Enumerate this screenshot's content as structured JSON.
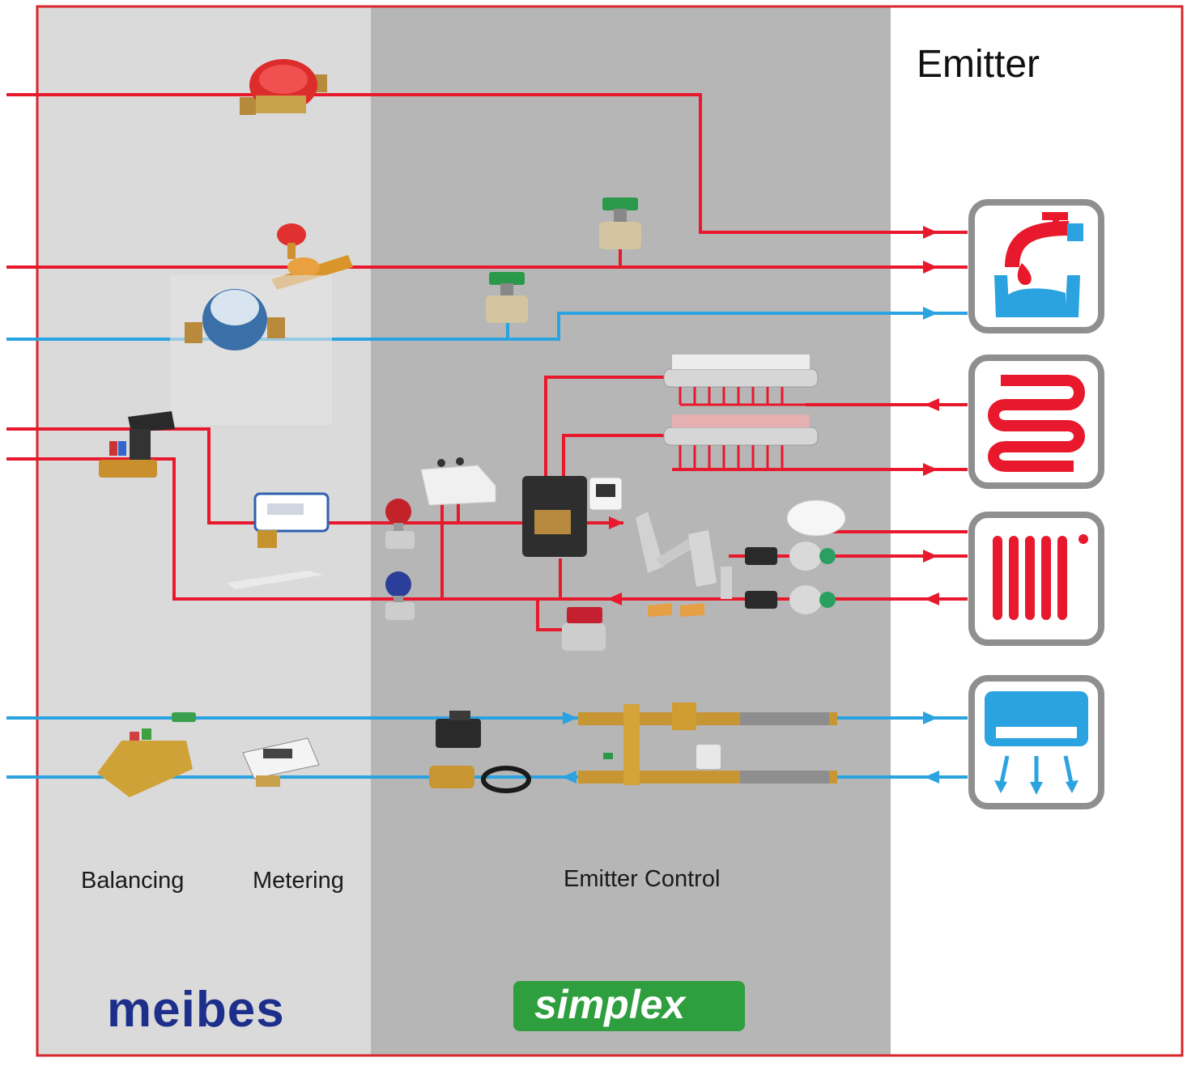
{
  "labels": {
    "emitter": "Emitter",
    "balancing": "Balancing",
    "metering": "Metering",
    "emitter_control": "Emitter Control"
  },
  "logos": {
    "meibes": "meibes",
    "simplex": "simplex"
  },
  "colors": {
    "hot_line": "#e8192c",
    "cold_line": "#2aa3e0",
    "frame": "#d9262c",
    "zone_light": "#dadada",
    "zone_dark": "#b6b6b6",
    "meibes_blue": "#1d2f8a",
    "simplex_green": "#2e9e3e",
    "emitter_icon_border": "#8f8f8f"
  },
  "emitter_icons": [
    "tap-and-basin-icon",
    "underfloor-heating-icon",
    "radiator-icon",
    "fan-coil-icon"
  ]
}
